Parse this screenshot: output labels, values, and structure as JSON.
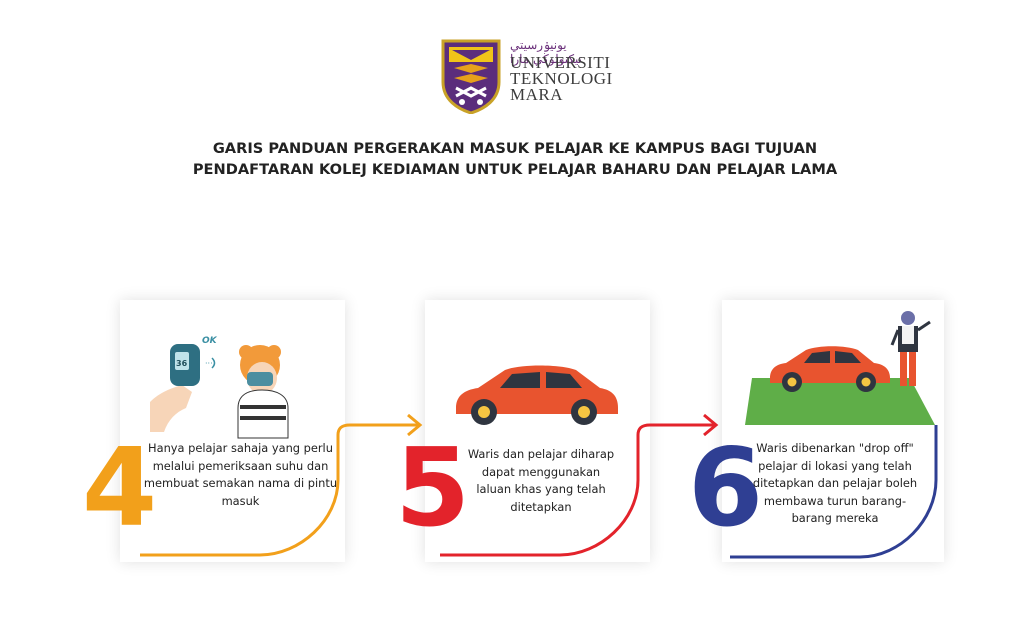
{
  "logo": {
    "jawi_text": "يونيۏرسيتي تيكنولوڬي مارا",
    "name_lines": [
      "UNIVERSITI",
      "TEKNOLOGI",
      "MARA"
    ]
  },
  "title": {
    "line1": "GARIS PANDUAN PERGERAKAN MASUK PELAJAR KE KAMPUS BAGI TUJUAN",
    "line2": "PENDAFTARAN KOLEJ KEDIAMAN UNTUK PELAJAR BAHARU DAN PELAJAR LAMA"
  },
  "thermometer": {
    "reading": "36",
    "status": "OK"
  },
  "steps": [
    {
      "number": "4",
      "color": "#f2a01b",
      "text": "Hanya pelajar sahaja yang perlu melalui pemeriksaan suhu dan membuat semakan nama di pintu masuk"
    },
    {
      "number": "5",
      "color": "#e3232b",
      "text": "Waris dan pelajar diharap dapat menggunakan laluan khas yang telah ditetapkan"
    },
    {
      "number": "6",
      "color": "#2f3f93",
      "text": "Waris dibenarkan \"drop off\" pelajar di lokasi yang telah ditetapkan dan pelajar boleh membawa turun barang-barang mereka"
    }
  ],
  "icons": [
    "university-shield-icon",
    "thermometer-icon",
    "masked-student-icon",
    "car-icon",
    "arrow-right-icon",
    "person-icon"
  ]
}
